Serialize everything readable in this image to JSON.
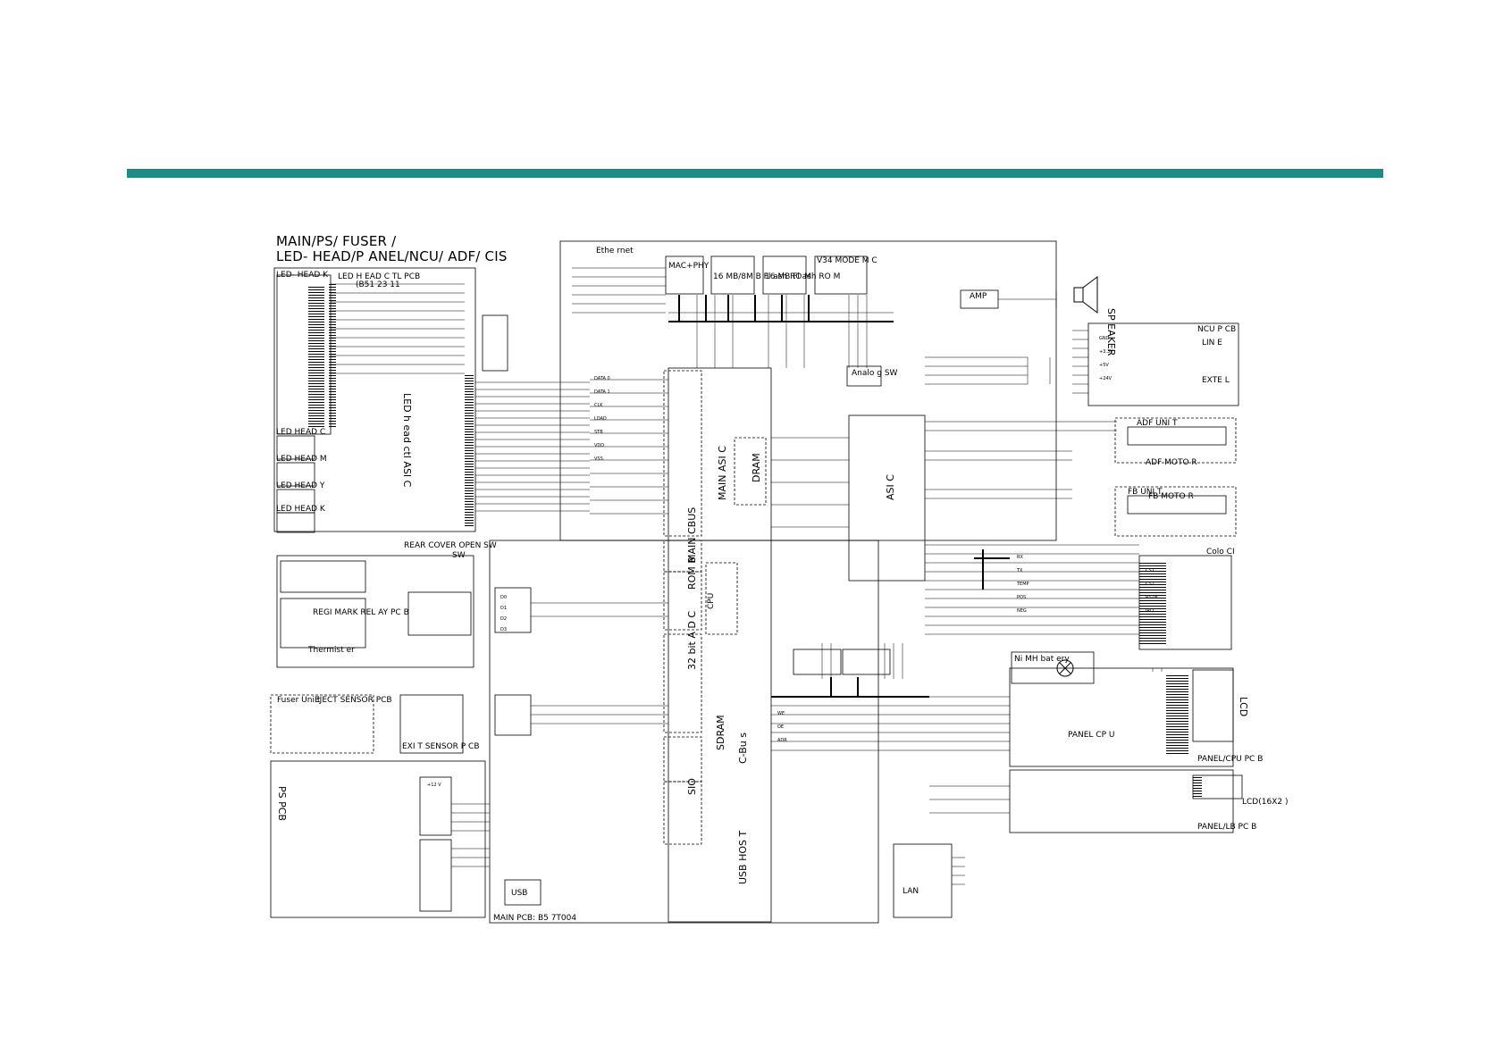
{
  "page": {
    "accent_color": "#1e8c86"
  },
  "title": {
    "line1": "MAIN/PS/ FUSER /",
    "line2": "LED- HEAD/P ANEL/NCU/ ADF/ CIS"
  },
  "blocks": {
    "led_ctl": "LED H EAD C TL  PCB",
    "led_ctl_part": "(B51 23 11",
    "led_head_k_top": "LED- HEAD K",
    "led_head_c": "LED  HEAD C",
    "led_head_m": "LED  HEAD  M",
    "led_head_y": "LED  HEAD  Y",
    "led_head_k": "LED  HEAD  K",
    "led_asic": "LED h ead ctl  ASI C",
    "ethernet": "Ethe rnet",
    "mac_phy": "MAC+PHY",
    "flash1": "16 MB/8M B\nFl ash RO  M",
    "flash2": "16 MB\nFl ash RO  M",
    "v34": "V34 MODE M  C",
    "amp": "AMP",
    "speaker": "SP EAKER",
    "ncu_pcb": "NCU P CB",
    "line": "LIN E",
    "exte": "EXTE L",
    "analog_sw": "Analo g\nSW",
    "adf_unit": "ADF UNI T",
    "adf_motor": "ADF MOTO R",
    "fb_unit": "FB UNI T",
    "fb_motor": "FB MOTO R",
    "cis": "Colo CI",
    "main_asic": "MAIN ASI  C",
    "asic": "ASI C",
    "cpu": "CPU",
    "rear_cover": "REAR   COVER\nOPEN  SW",
    "sw": "SW",
    "regi_mark": "REGI  MARK\nREL AY PC B",
    "thermistor": "Thermist  er",
    "eject_sensor": "EJECT\nSENSOR  PCB",
    "fuser_unit": "Fuser\nUni t",
    "exit_sensor": "EXI T\nSENSOR P CB",
    "ps_pcb": "PS  PCB",
    "main_pcb": "MAIN   PCB: B5 7T004",
    "sdram": "SDRAM",
    "nimh": "Ni MH bat  ery",
    "lcd": "LCD",
    "lcd_line": "LCD(16X2  )",
    "panel_cp": "PANEL CP U",
    "panel_upper": "PANEL/CPU PC B",
    "panel_lower": "PANEL/LB PC B",
    "bus_32bit": "32 bit A\nD C",
    "usb_host": "USB HOS T",
    "usb_dev": "USB",
    "lan": "LAN",
    "dram": "DRAM",
    "rom_b": "ROM B",
    "sio": "SIO",
    "cbus": "C-Bu s",
    "main_cbus": "MAIN\nCBUS"
  },
  "small_labels": {
    "pins": [
      "GND",
      "+3.3V",
      "+5V",
      "+24V",
      "+12 V",
      "DATA 0",
      "DATA 1",
      "CLK",
      "LOAD",
      "STB",
      "VDD",
      "VSS",
      "RX",
      "TX",
      "TEMP",
      "POS",
      "NEG",
      "CS1",
      "CS2",
      "RSTN",
      "IRQ",
      "WE",
      "OE",
      "ADR",
      "D0",
      "D1",
      "D2",
      "D3"
    ]
  }
}
